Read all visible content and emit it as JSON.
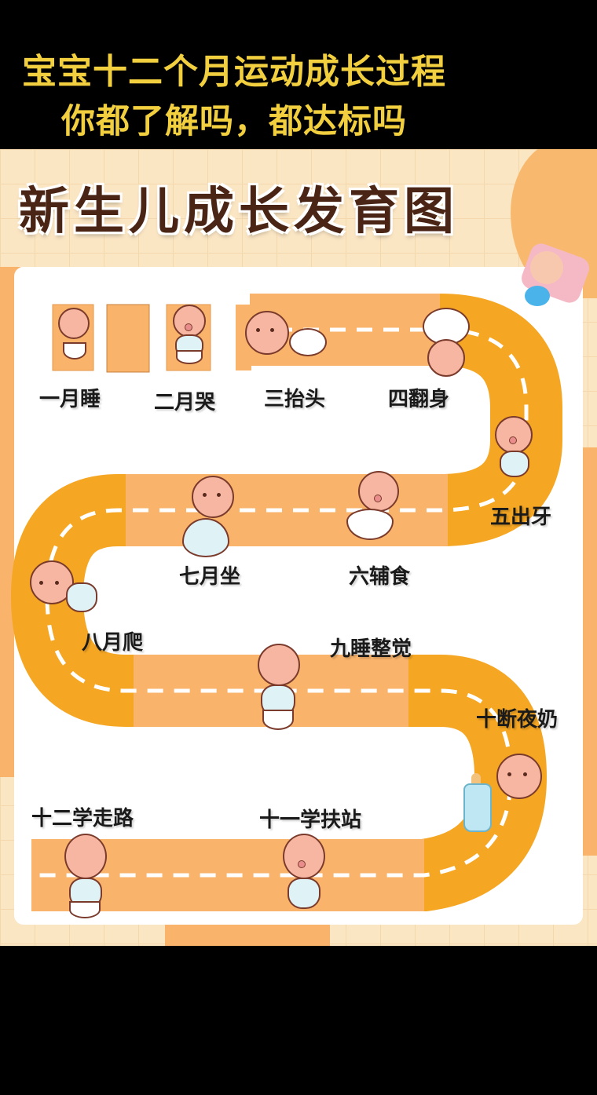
{
  "header": {
    "line1": "宝宝十二个月运动成长过程",
    "line2": "你都了解吗，都达标吗",
    "text_color": "#f2cf3f",
    "background": "#000000"
  },
  "poster": {
    "title": "新生儿成长发育图",
    "title_color": "#4a2415",
    "road_color_light": "#f9b36b",
    "road_color_dark": "#f5a623",
    "milestones": [
      {
        "month": 1,
        "label": "一月睡",
        "icon": "sleeping-baby-icon"
      },
      {
        "month": 2,
        "label": "二月哭",
        "icon": "crying-baby-icon"
      },
      {
        "month": 3,
        "label": "三抬头",
        "icon": "lifting-head-baby-icon"
      },
      {
        "month": 4,
        "label": "四翻身",
        "icon": "rolling-over-baby-icon"
      },
      {
        "month": 5,
        "label": "五出牙",
        "icon": "teething-baby-icon"
      },
      {
        "month": 6,
        "label": "六辅食",
        "icon": "baby-with-bowl-icon"
      },
      {
        "month": 7,
        "label": "七月坐",
        "icon": "sitting-baby-icon"
      },
      {
        "month": 8,
        "label": "八月爬",
        "icon": "crawling-baby-icon"
      },
      {
        "month": 9,
        "label": "九睡整觉",
        "icon": "sleeping-through-night-baby-icon"
      },
      {
        "month": 10,
        "label": "十断夜奶",
        "icon": "baby-with-bottle-icon"
      },
      {
        "month": 11,
        "label": "十一学扶站",
        "icon": "standing-baby-icon"
      },
      {
        "month": 12,
        "label": "十二学走路",
        "icon": "walking-baby-icon"
      }
    ]
  }
}
